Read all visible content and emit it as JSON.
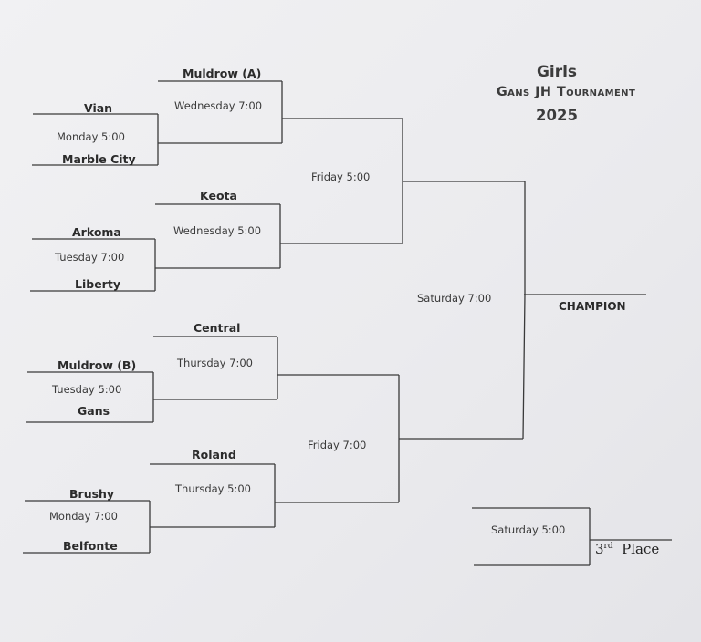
{
  "header": {
    "line1": "Girls",
    "line2": "Gans JH Tournament",
    "line3": "2025"
  },
  "teams": {
    "muldrow_a": "Muldrow (A)",
    "vian": "Vian",
    "marble_city": "Marble City",
    "keota": "Keota",
    "arkoma": "Arkoma",
    "liberty": "Liberty",
    "central": "Central",
    "muldrow_b": "Muldrow (B)",
    "gans": "Gans",
    "roland": "Roland",
    "brushy": "Brushy",
    "belfonte": "Belfonte"
  },
  "games": {
    "mon_500": "Monday 5:00",
    "wed_700": "Wednesday 7:00",
    "tue_700": "Tuesday 7:00",
    "wed_500": "Wednesday 5:00",
    "fri_500": "Friday 5:00",
    "tue_500": "Tuesday 5:00",
    "thu_700": "Thursday 7:00",
    "mon_700": "Monday 7:00",
    "thu_500": "Thursday 5:00",
    "fri_700": "Friday 7:00",
    "sat_700": "Saturday 7:00",
    "sat_500": "Saturday 5:00"
  },
  "champion_label": "CHAMPION",
  "third_place": {
    "ordinal": "3",
    "suffix": "rd",
    "word": "Place"
  }
}
